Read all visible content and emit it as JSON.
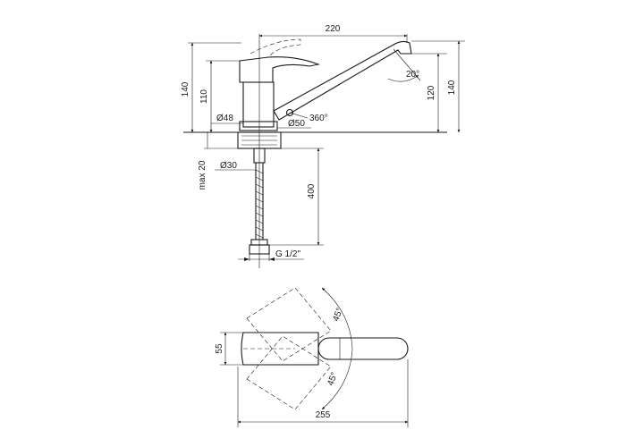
{
  "dimensions": {
    "top_width": "220",
    "left_height_outer": "140",
    "left_height_inner": "110",
    "right_height_inner": "120",
    "right_height_outer": "140",
    "spout_angle": "20°",
    "rotation": "360°",
    "body_diameter": "Ø48",
    "base_diameter": "Ø50",
    "max_thickness": "max 20",
    "shank_diameter": "Ø30",
    "hose_length": "400",
    "thread": "G 1/2\"",
    "plan_width": "55",
    "plan_angle_top": "45°",
    "plan_angle_bottom": "45°",
    "plan_length": "255"
  }
}
